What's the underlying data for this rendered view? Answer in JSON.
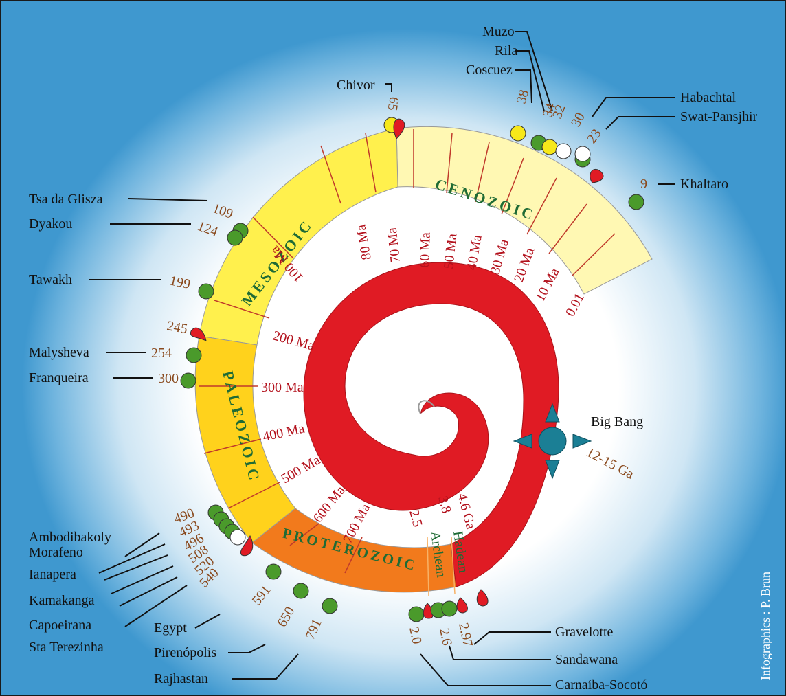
{
  "eras": {
    "cenozoic": "CENOZOIC",
    "mesozoic": "MESOZOIC",
    "paleozoic": "PALEOZOIC",
    "proterozoic": "PROTEROZOIC"
  },
  "eons": {
    "archean": "Archean",
    "hadean": "Hadean"
  },
  "time_scale": [
    "0.01",
    "10 Ma",
    "20 Ma",
    "30 Ma",
    "40 Ma",
    "50 Ma",
    "60 Ma",
    "70 Ma",
    "80 Ma",
    "100 Ma",
    "200 Ma",
    "300 Ma",
    "400 Ma",
    "500 Ma",
    "600 Ma",
    "700 Ma",
    "2.5",
    "3.8",
    "4.6 Ga"
  ],
  "big_bang": {
    "label": "Big Bang",
    "age": "12-15 Ga"
  },
  "deposits": {
    "chivor": {
      "name": "Chivor",
      "age": "65"
    },
    "muzo": {
      "name": "Muzo",
      "age": "34"
    },
    "rila": {
      "name": "Rila",
      "age": "32"
    },
    "coscuez": {
      "name": "Coscuez",
      "age": "38"
    },
    "habachtal": {
      "name": "Habachtal",
      "age": "30"
    },
    "swat": {
      "name": "Swat-Pansjhir",
      "age": "23"
    },
    "khaltaro": {
      "name": "Khaltaro",
      "age": "9"
    },
    "tsa": {
      "name": "Tsa da Glisza",
      "age": "109"
    },
    "dyakou": {
      "name": "Dyakou",
      "age": "124"
    },
    "tawakh": {
      "name": "Tawakh",
      "age": "199"
    },
    "unnamed245": {
      "age": "245"
    },
    "malysheva": {
      "name": "Malysheva",
      "age": "254"
    },
    "franqueira": {
      "name": "Franqueira",
      "age": "300"
    },
    "ambodibakoly": {
      "name": "Ambodibakoly",
      "age": "490"
    },
    "morafeno": {
      "name": "Morafeno",
      "age": "493"
    },
    "ianapera": {
      "name": "Ianapera",
      "age": "496"
    },
    "kamakanga": {
      "name": "Kamakanga",
      "age": "508"
    },
    "capoeirana": {
      "name": "Capoeirana",
      "age": "520"
    },
    "sta": {
      "name": "Sta Terezinha",
      "age": "540"
    },
    "egypt": {
      "name": "Egypt",
      "age": "591"
    },
    "pirenopolis": {
      "name": "Pirenópolis",
      "age": "650"
    },
    "rajhastan": {
      "name": "Rajhastan",
      "age": "791"
    },
    "gravelotte": {
      "name": "Gravelotte",
      "age": "2.97"
    },
    "sandawana": {
      "name": "Sandawana",
      "age": "2.6"
    },
    "carnaiba": {
      "name": "Carnaíba-Socotó",
      "age": "2.0"
    }
  },
  "credit": "Infographics : P. Brun",
  "colors": {
    "cenozoic": "#fff8b3",
    "mesozoic": "#fff04d",
    "paleozoic": "#ffd21c",
    "proterozoic": "#f27a1c",
    "spiral": "#e01b24",
    "dot_green": "#4a9a2b",
    "dot_yellow": "#f7e81a",
    "big_bang": "#1b7f95"
  }
}
